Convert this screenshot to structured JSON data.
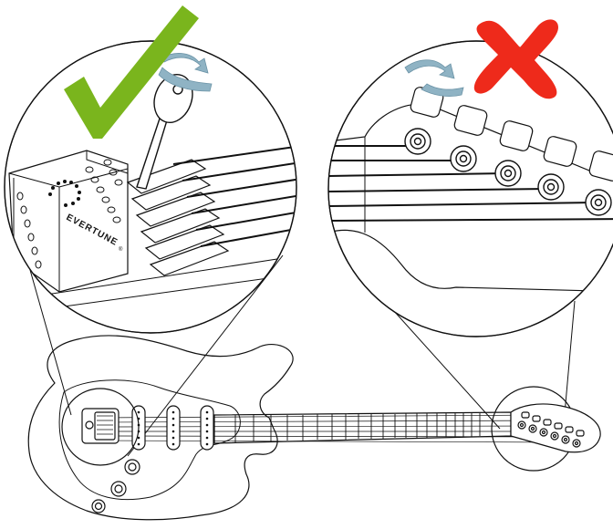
{
  "brand": {
    "name": "EVERTUNE",
    "trademark": "®"
  },
  "panels": [
    {
      "id": "correct",
      "verdict_icon": "checkmark-icon",
      "color": "#7ab51d"
    },
    {
      "id": "incorrect",
      "verdict_icon": "x-mark-icon",
      "color": "#ee2a1b"
    }
  ],
  "colors": {
    "line": "#111111",
    "arrow": "#8fb3c4",
    "check": "#7ab51d",
    "cross": "#ee2a1b"
  }
}
